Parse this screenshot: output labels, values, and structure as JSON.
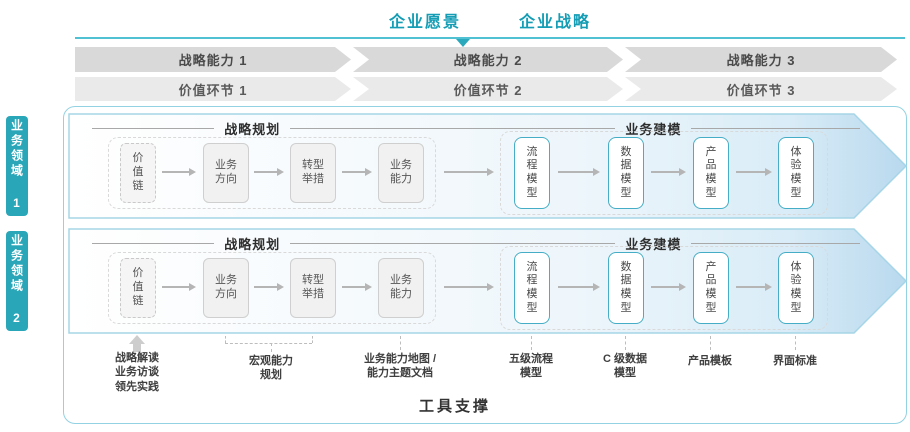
{
  "title": {
    "vision": "企业愿景",
    "strategy": "企业战略"
  },
  "capability_band": [
    "战略能力 1",
    "战略能力 2",
    "战略能力 3"
  ],
  "value_band": [
    "价值环节 1",
    "价值环节 2",
    "价值环节 3"
  ],
  "domain_tabs": [
    "业务领域 1",
    "业务领域 2"
  ],
  "row": {
    "planning_label": "战略规划",
    "modeling_label": "业务建模",
    "boxes": [
      {
        "label": "价\n值\n链"
      },
      {
        "label": "业务\n方向"
      },
      {
        "label": "转型\n举措"
      },
      {
        "label": "业务\n能力"
      },
      {
        "label": "流\n程\n模\n型"
      },
      {
        "label": "数\n据\n模\n型"
      },
      {
        "label": "产\n品\n模\n型"
      },
      {
        "label": "体\n验\n模\n型"
      }
    ]
  },
  "annotations": {
    "strategy_notes": "战略解读\n业务访谈\n领先实践",
    "macro_planning": "宏观能力\n规划",
    "capability_map": "业务能力地图 /\n能力主题文档",
    "process_model": "五级流程\n模型",
    "data_model": "C 级数据\n模型",
    "product_template": "产品模板",
    "ui_standard": "界面标准"
  },
  "tool_support_label": "工具支撑",
  "colors": {
    "accent": "#29a6b8",
    "title_text": "#149db4",
    "band_dark": "#d9d9d9",
    "band_light": "#eaeaea",
    "model_border": "#45aec6",
    "row_stroke": "#a5d5e6",
    "row_tip_fill": "#b9d9ee"
  }
}
